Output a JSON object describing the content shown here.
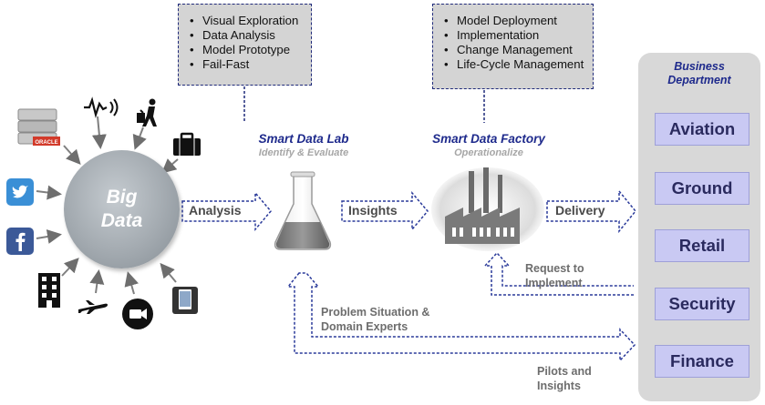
{
  "exploration_box": {
    "items": [
      "Visual Exploration",
      "Data Analysis",
      "Model Prototype",
      "Fail-Fast"
    ]
  },
  "deployment_box": {
    "items": [
      "Model Deployment",
      "Implementation",
      "Change Management",
      "Life-Cycle Management"
    ]
  },
  "big_data": {
    "line1": "Big",
    "line2": "Data"
  },
  "smart_data_lab": {
    "title": "Smart Data Lab",
    "subtitle": "Identify & Evaluate"
  },
  "smart_data_factory": {
    "title": "Smart Data Factory",
    "subtitle": "Operationalize"
  },
  "flows": {
    "analysis": "Analysis",
    "insights": "Insights",
    "delivery": "Delivery"
  },
  "notes": {
    "request_line1": "Request to",
    "request_line2": "Implement",
    "problem_line1": "Problem Situation &",
    "problem_line2": "Domain Experts",
    "pilots_line1": "Pilots and",
    "pilots_line2": "Insights"
  },
  "business_department": {
    "title_line1": "Business",
    "title_line2": "Department",
    "items": [
      "Aviation",
      "Ground",
      "Retail",
      "Security",
      "Finance"
    ]
  },
  "source_icons": [
    "oracle-database-icon",
    "wearable-signal-icon",
    "traveler-icon",
    "briefcase-icon",
    "twitter-icon",
    "facebook-icon",
    "building-icon",
    "airplane-icon",
    "video-camera-icon",
    "smartphone-icon"
  ],
  "colors": {
    "accent": "#1e2a8c",
    "dept_fill": "#c9c9f3",
    "panel": "#d8d8d8",
    "note_box": "#d4d4d4"
  }
}
